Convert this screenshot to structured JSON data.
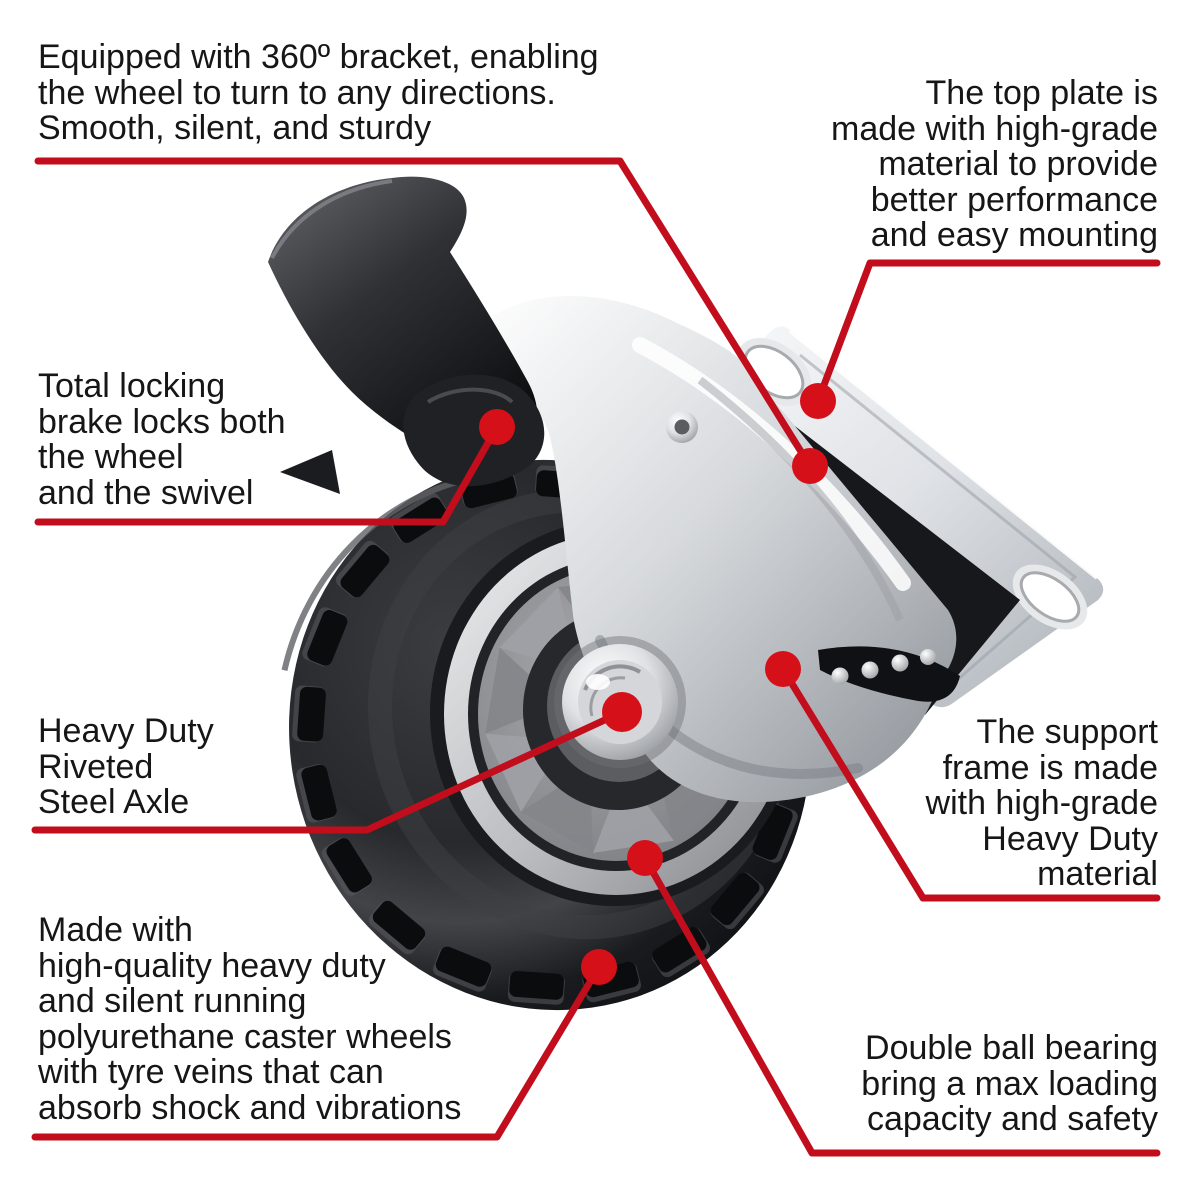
{
  "page": {
    "background": "#ffffff"
  },
  "style": {
    "callout_line_color": "#c20d1d",
    "callout_dot_color": "#d61019",
    "text_color": "#161616"
  },
  "illustration": {
    "subject": "swivel caster wheel with total-lock brake, chrome top plate and fork, black polyurethane tire"
  },
  "callouts": [
    {
      "id": "bracket-360",
      "text": "Equipped with 360º bracket, enabling\nthe wheel to turn to any directions.\nSmooth, silent, and sturdy"
    },
    {
      "id": "top-plate",
      "text": "The top plate is\nmade with high-grade\nmaterial to provide\nbetter performance\nand easy mounting"
    },
    {
      "id": "total-locking-brake",
      "text": "Total locking\nbrake locks both\nthe wheel\nand the swivel"
    },
    {
      "id": "steel-axle",
      "text": "Heavy Duty\nRiveted\nSteel Axle"
    },
    {
      "id": "wheel-material",
      "text": "Made with\nhigh-quality heavy duty\nand silent running\npolyurethane caster wheels\nwith tyre veins that can\nabsorb shock and vibrations"
    },
    {
      "id": "support-frame",
      "text": "The support\nframe is made\nwith high-grade\nHeavy Duty\nmaterial"
    },
    {
      "id": "double-ball-bearing",
      "text": "Double ball bearing\nbring a max loading\ncapacity and safety"
    }
  ]
}
